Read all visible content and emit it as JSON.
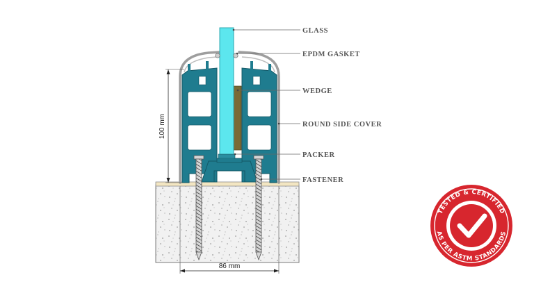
{
  "labels": {
    "glass": "GLASS",
    "epdm_gasket": "EPDM GASKET",
    "wedge": "WEDGE",
    "round_side_cover": "ROUND SIDE COVER",
    "packer": "PACKER",
    "fastener": "FASTENER"
  },
  "dimensions": {
    "height": "100 mm",
    "width": "86 mm"
  },
  "badge": {
    "top_text": "TESTED & CERTIFIED",
    "bottom_text": "AS PER ASTM STANDARDS",
    "color": "#d7262e",
    "icon": "checkmark-icon"
  },
  "colors": {
    "profile": "#1f7c8f",
    "glass": "#5ce6ee",
    "wedge": "#7a6a35",
    "cover": "#9e9e9e",
    "base_strip": "#f3e6c2"
  }
}
